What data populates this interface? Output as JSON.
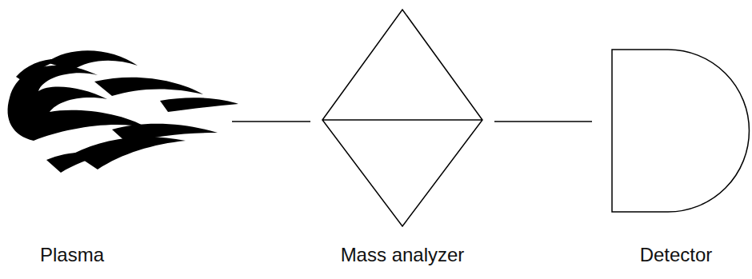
{
  "diagram": {
    "nodes": [
      {
        "text": [
          "Plasma"
        ]
      },
      {
        "text": [
          "Mass analyzer"
        ]
      },
      {
        "text": [
          "Detector"
        ]
      }
    ],
    "edges": [
      {
        "from": 0,
        "to": 1,
        "arrow": "none"
      },
      {
        "from": 1,
        "to": 2,
        "arrow": "none"
      }
    ]
  }
}
